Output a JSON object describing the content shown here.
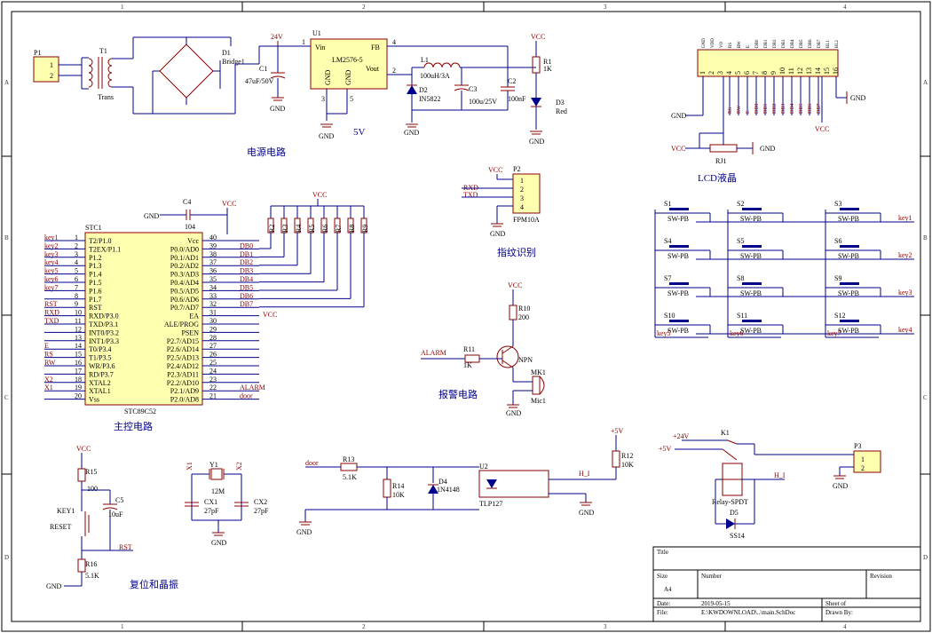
{
  "border": {
    "cols": [
      "1",
      "2",
      "3",
      "4"
    ],
    "rows": [
      "A",
      "B",
      "C",
      "D"
    ]
  },
  "sections": {
    "power": "电源电路",
    "mcu": "主控电路",
    "fingerprint": "指纹识别",
    "alarm": "报警电路",
    "reset": "复位和晶振",
    "lcd": "LCD液晶",
    "five_v": "5V"
  },
  "power": {
    "p1": "P1",
    "p1_pins": [
      "1",
      "2"
    ],
    "t1": "T1",
    "t1_type": "Trans",
    "d1": "D1",
    "d1_type": "Bridge1",
    "c1": "C1",
    "c1_val": "47uF/50V",
    "u1": "U1",
    "u1_type": "LM2576-5",
    "vin": "Vin",
    "fb": "FB",
    "vout": "Vout",
    "gnd": "GND",
    "u1_pins": [
      "1",
      "4",
      "2",
      "3",
      "5"
    ],
    "l1": "L1",
    "l1_val": "100uH/3A",
    "d2": "D2",
    "d2_type": "IN5822",
    "c3": "C3",
    "c3_val": "100u/25V",
    "c2": "C2",
    "c2_val": "100nF",
    "r1": "R1",
    "r1_val": "1K",
    "d3": "D3",
    "d3_type": "Red",
    "v24": "24V",
    "vcc": "VCC"
  },
  "mcu": {
    "name": "STC1",
    "type": "STC89C52",
    "left_pins": [
      {
        "n": "1",
        "f": "T2/P1.0",
        "net": "key1"
      },
      {
        "n": "2",
        "f": "T2EX/P1.1",
        "net": "key2"
      },
      {
        "n": "3",
        "f": "P1.2",
        "net": "key3"
      },
      {
        "n": "4",
        "f": "P1.3",
        "net": "key4"
      },
      {
        "n": "5",
        "f": "P1.4",
        "net": "key5"
      },
      {
        "n": "6",
        "f": "P1.5",
        "net": "key6"
      },
      {
        "n": "7",
        "f": "P1.6",
        "net": "key7"
      },
      {
        "n": "8",
        "f": "P1.7",
        "net": ""
      },
      {
        "n": "9",
        "f": "RST",
        "net": "RST"
      },
      {
        "n": "10",
        "f": "RXD/P3.0",
        "net": "RXD"
      },
      {
        "n": "11",
        "f": "TXD/P3.1",
        "net": "TXD"
      },
      {
        "n": "12",
        "f": "INT0/P3.2",
        "net": ""
      },
      {
        "n": "13",
        "f": "INT1/P3.3",
        "net": ""
      },
      {
        "n": "14",
        "f": "T0/P3.4",
        "net": "E"
      },
      {
        "n": "15",
        "f": "T1/P3.5",
        "net": "RS"
      },
      {
        "n": "16",
        "f": "WR/P3.6",
        "net": "RW"
      },
      {
        "n": "17",
        "f": "RD/P3.7",
        "net": ""
      },
      {
        "n": "18",
        "f": "XTAL2",
        "net": "X2"
      },
      {
        "n": "19",
        "f": "XTAL1",
        "net": "X1"
      },
      {
        "n": "20",
        "f": "Vss",
        "net": ""
      }
    ],
    "right_pins": [
      {
        "n": "40",
        "f": "Vcc",
        "net": ""
      },
      {
        "n": "39",
        "f": "P0.0/AD0",
        "net": "DB0"
      },
      {
        "n": "38",
        "f": "P0.1/AD1",
        "net": "DB1"
      },
      {
        "n": "37",
        "f": "P0.2/AD2",
        "net": "DB2"
      },
      {
        "n": "36",
        "f": "P0.3/AD3",
        "net": "DB3"
      },
      {
        "n": "35",
        "f": "P0.4/AD4",
        "net": "DB4"
      },
      {
        "n": "34",
        "f": "P0.5/AD5",
        "net": "DB5"
      },
      {
        "n": "33",
        "f": "P0.6/AD6",
        "net": "DB6"
      },
      {
        "n": "32",
        "f": "P0.7/AD7",
        "net": "DB7"
      },
      {
        "n": "31",
        "f": "EA",
        "net": ""
      },
      {
        "n": "30",
        "f": "ALE/PROG",
        "net": ""
      },
      {
        "n": "29",
        "f": "PSEN",
        "net": ""
      },
      {
        "n": "28",
        "f": "P2.7/AD15",
        "net": ""
      },
      {
        "n": "27",
        "f": "P2.6/AD14",
        "net": ""
      },
      {
        "n": "26",
        "f": "P2.5/AD13",
        "net": ""
      },
      {
        "n": "25",
        "f": "P2.4/AD12",
        "net": ""
      },
      {
        "n": "24",
        "f": "P2.3/AD11",
        "net": ""
      },
      {
        "n": "23",
        "f": "P2.2/AD10",
        "net": ""
      },
      {
        "n": "22",
        "f": "P2.1/AD9",
        "net": "ALARM"
      },
      {
        "n": "21",
        "f": "P2.0/AD8",
        "net": "door"
      }
    ],
    "c4": "C4",
    "c4_val": "104",
    "pullups": [
      "R2",
      "R3",
      "R4",
      "R5",
      "R6",
      "R7",
      "R8",
      "R9"
    ]
  },
  "fingerprint": {
    "p2": "P2",
    "type": "FPM10A",
    "nets": [
      "RXD",
      "TXD"
    ],
    "pins": [
      "1",
      "2",
      "3",
      "4"
    ]
  },
  "alarm": {
    "r10": "R10",
    "r10_val": "200",
    "r11": "R11",
    "r11_val": "1K",
    "q": "NPN",
    "mk1": "MK1",
    "mic": "Mic1",
    "net": "ALARM"
  },
  "reset": {
    "r15": "R15",
    "r15_val": "100",
    "c5": "C5",
    "c5_val": "10uF",
    "key": "KEY1",
    "reset": "RESET",
    "r16": "R16",
    "r16_val": "5.1K",
    "rst": "RST",
    "y1": "Y1",
    "y1_val": "12M",
    "cx1": "CX1",
    "cx2": "CX2",
    "cx_val": "27pF",
    "x1": "X1",
    "x2": "X2"
  },
  "relay": {
    "r13": "R13",
    "r13_val": "5.1K",
    "r14": "R14",
    "r14_val": "10K",
    "d4": "D4",
    "d4_type": "1N4148",
    "u2": "U2",
    "u2_type": "TLP127",
    "r12": "R12",
    "r12_val": "10K",
    "p5v": "+5V",
    "p24v": "+24V",
    "k1": "K1",
    "relay_type": "Relay-SPDT",
    "d5": "D5",
    "d5_type": "SS14",
    "p3": "P3",
    "hi": "H_I",
    "door": "door"
  },
  "lcd": {
    "pins": [
      "1",
      "2",
      "3",
      "4",
      "5",
      "6",
      "7",
      "8",
      "9",
      "10",
      "11",
      "12",
      "13",
      "14",
      "15",
      "16"
    ],
    "top": [
      "GND",
      "VDD",
      "VO",
      "RS",
      "RW",
      "E",
      "DB0",
      "DB1",
      "DB2",
      "DB3",
      "DB4",
      "DB5",
      "DB6",
      "DB7",
      "BL1",
      "BL2"
    ],
    "nets": [
      "RS",
      "RW",
      "E",
      "DB0",
      "DB1",
      "DB2",
      "DB3",
      "DB4",
      "DB5",
      "DB6",
      "DB7"
    ],
    "rj1": "RJ1"
  },
  "keys": {
    "buttons": [
      "S1",
      "S2",
      "S3",
      "S4",
      "S5",
      "S6",
      "S7",
      "S8",
      "S9",
      "S10",
      "S11",
      "S12"
    ],
    "type": "SW-PB",
    "rows": [
      "key1",
      "key2",
      "key3",
      "key4"
    ],
    "cols": [
      "key5",
      "key6",
      "key7"
    ]
  },
  "title_block": {
    "title": "Title",
    "size": "Size",
    "size_val": "A4",
    "number": "Number",
    "revision": "Revision",
    "date_label": "Date:",
    "date": "2019-05-15",
    "file_label": "File:",
    "file": "E:\\KWDOWNLOAD\\..\\main.SchDoc",
    "sheet": "Sheet    of",
    "drawn": "Drawn By:"
  },
  "colors": {
    "wire": "#00008b",
    "component": "#8b0000",
    "ic_fill": "#ffffb0",
    "text_cn": "#00008b"
  }
}
